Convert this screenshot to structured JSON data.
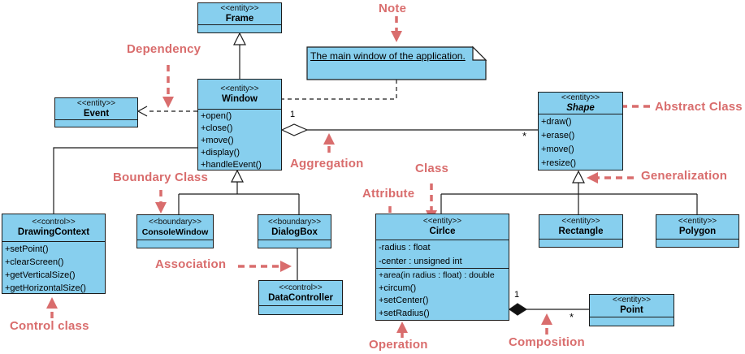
{
  "classes": {
    "frame": {
      "stereotype": "<<entity>>",
      "name": "Frame"
    },
    "window": {
      "stereotype": "<<entity>>",
      "name": "Window",
      "operations": [
        "+open()",
        "+close()",
        "+move()",
        "+display()",
        "+handleEvent()"
      ]
    },
    "event": {
      "stereotype": "<<entity>>",
      "name": "Event"
    },
    "shape": {
      "stereotype": "<<entity>>",
      "name": "Shape",
      "operations": [
        "+draw()",
        "+erase()",
        "+move()",
        "+resize()"
      ]
    },
    "drawing_context": {
      "stereotype": "<<control>>",
      "name": "DrawingContext",
      "operations": [
        "+setPoint()",
        "+clearScreen()",
        "+getVerticalSize()",
        "+getHorizontalSize()"
      ]
    },
    "console_window": {
      "stereotype": "<<boundary>>",
      "name": "ConsoleWindow"
    },
    "dialog_box": {
      "stereotype": "<<boundary>>",
      "name": "DialogBox"
    },
    "data_controller": {
      "stereotype": "<<control>>",
      "name": "DataController"
    },
    "circle": {
      "stereotype": "<<entity>>",
      "name": "Cirlce",
      "attributes": [
        "-radius : float",
        "-center : unsigned int"
      ],
      "operations": [
        "+area(in radius : float) : double",
        "+circum()",
        "+setCenter()",
        "+setRadius()"
      ]
    },
    "rectangle": {
      "stereotype": "<<entity>>",
      "name": "Rectangle"
    },
    "polygon": {
      "stereotype": "<<entity>>",
      "name": "Polygon"
    },
    "point": {
      "stereotype": "<<entity>>",
      "name": "Point"
    }
  },
  "note": {
    "text": "The main window of the application."
  },
  "multiplicities": {
    "aggregation_one": "1",
    "aggregation_many": "*",
    "composition_one": "1",
    "composition_many": "*"
  },
  "annotations": {
    "dependency": "Dependency",
    "note": "Note",
    "abstract_class": "Abstract Class",
    "aggregation": "Aggregation",
    "boundary_class": "Boundary Class",
    "class": "Class",
    "attribute": "Attribute",
    "generalization": "Generalization",
    "association": "Association",
    "control_class": "Control class",
    "operation": "Operation",
    "composition": "Composition"
  },
  "colors": {
    "class_fill": "#87CFEE",
    "class_border": "#1b1b1b",
    "annotation": "#D96D6D"
  }
}
